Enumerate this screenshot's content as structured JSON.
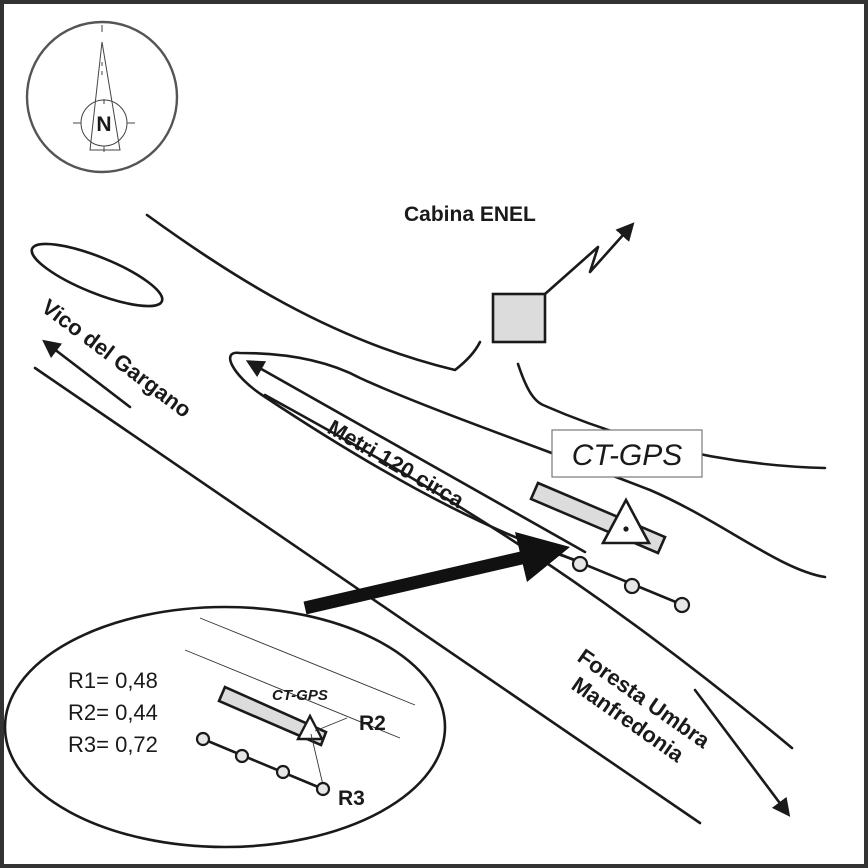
{
  "map": {
    "compass_label": "N",
    "substation_label": "Cabina ENEL",
    "station_label": "CT-GPS",
    "distance_label": "Metri 120 circa",
    "road_west_label": "Vico del Gargano",
    "road_east_label_line1": "Foresta Umbra",
    "road_east_label_line2": "Manfredonia",
    "colors": {
      "line": "#1a1a1a",
      "fill_gray": "#dcdcdc",
      "frame": "#333333"
    }
  },
  "inset": {
    "station_label": "CT-GPS",
    "marker_r2": "R2",
    "marker_r3": "R3",
    "resistances": [
      {
        "label": "R1= 0,48"
      },
      {
        "label": "R2= 0,44"
      },
      {
        "label": "R3= 0,72"
      }
    ]
  }
}
